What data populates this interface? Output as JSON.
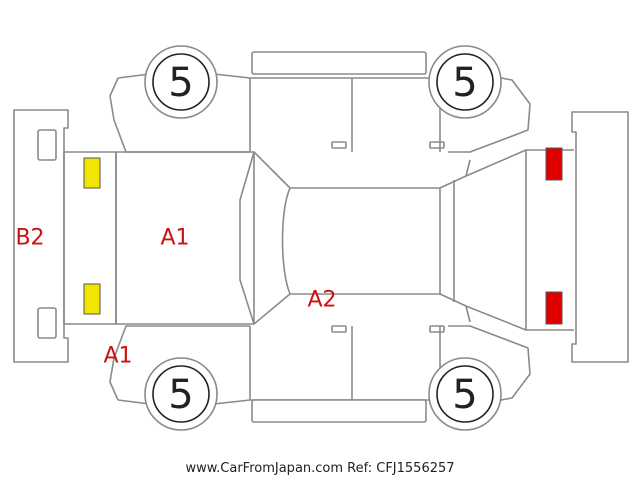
{
  "tires": {
    "front_left": "5",
    "front_right": "5",
    "rear_left": "5",
    "rear_right": "5"
  },
  "marks": {
    "rear_bumper": "B2",
    "rear_panel": "A1",
    "rear_corner": "A1",
    "roof": "A2"
  },
  "colors": {
    "outline": "#8a8a8a",
    "mark_text": "#cc1111",
    "rear_lamp": "#f2e600",
    "front_lamp": "#e00000"
  },
  "footer": "www.CarFromJapan.com Ref: CFJ1556257"
}
